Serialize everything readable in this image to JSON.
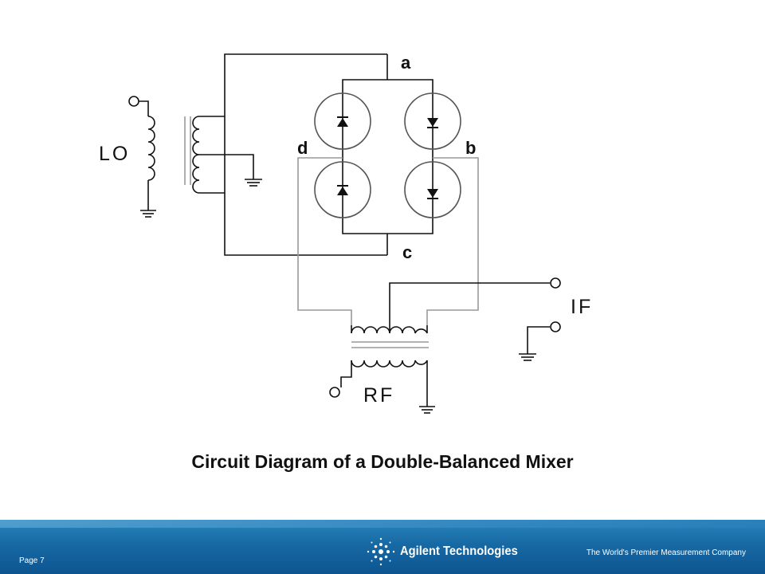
{
  "diagram": {
    "node_labels": {
      "a": "a",
      "b": "b",
      "c": "c",
      "d": "d"
    },
    "port_labels": {
      "lo": "LO",
      "if": "IF",
      "rf": "RF"
    }
  },
  "caption": "Circuit Diagram of a Double-Balanced Mixer",
  "footer": {
    "page": "Page 7",
    "company": "Agilent Technologies",
    "tagline": "The World's Premier Measurement Company",
    "colors": {
      "band": "#1769a4",
      "text": "#ffffff"
    }
  },
  "colors": {
    "wire": "#111111",
    "rf_wire": "#999999",
    "diode_circle": "#555555"
  }
}
